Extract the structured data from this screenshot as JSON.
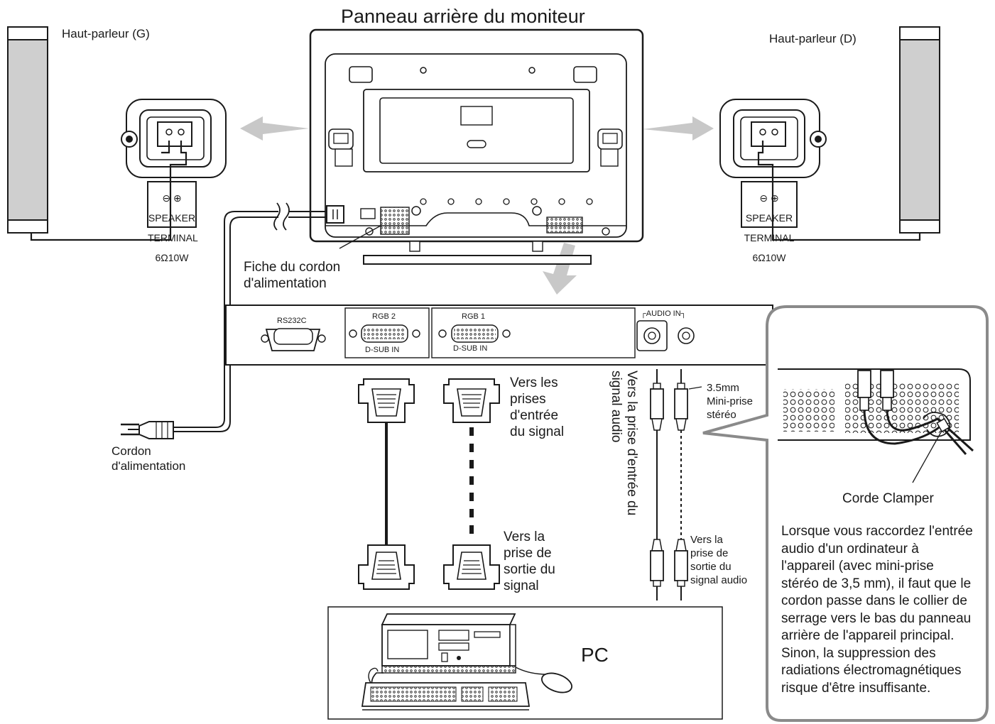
{
  "title": "Panneau arrière du moniteur",
  "speakers": {
    "left": "Haut-parleur (G)",
    "right": "Haut-parleur (D)",
    "terminal": {
      "line1": "SPEAKER",
      "line2": "TERMINAL",
      "line3": "6Ω10W",
      "minus": "⊖",
      "plus": "⊕"
    }
  },
  "power": {
    "plug_label": "Fiche du cordon\nd'alimentation",
    "cord_label": "Cordon\nd'alimentation"
  },
  "panel": {
    "rs232c": "RS232C",
    "rgb2": "RGB 2",
    "rgb1": "RGB 1",
    "dsub_in": "D-SUB IN",
    "audio_in": "┌AUDIO IN┐"
  },
  "signal": {
    "to_input": "Vers les\nprises\nd'entrée\ndu signal",
    "to_output": "Vers la\nprise de\nsortie du\nsignal"
  },
  "audio": {
    "to_input_vertical": "Vers la prise d'entrée du\nsignal audio",
    "jack": "3.5mm\nMini-prise\nstéréo",
    "to_output": "Vers la\nprise de\nsortie du\nsignal audio"
  },
  "callout": {
    "clamper": "Corde Clamper",
    "note": "Lorsque vous raccordez l'entrée audio d'un ordinateur à l'appareil (avec mini-prise stéréo de 3,5 mm), il faut que le cordon passe dans le collier de serrage vers le bas du panneau arrière de l'appareil principal. Sinon, la suppression des radiations électromagnétiques risque d'être insuffisante."
  },
  "pc": "PC",
  "colors": {
    "line": "#1a1a1a",
    "arrow": "#c8c8c8",
    "speaker_fill": "#cfcfcf",
    "callout_border": "#8a8a8a"
  }
}
